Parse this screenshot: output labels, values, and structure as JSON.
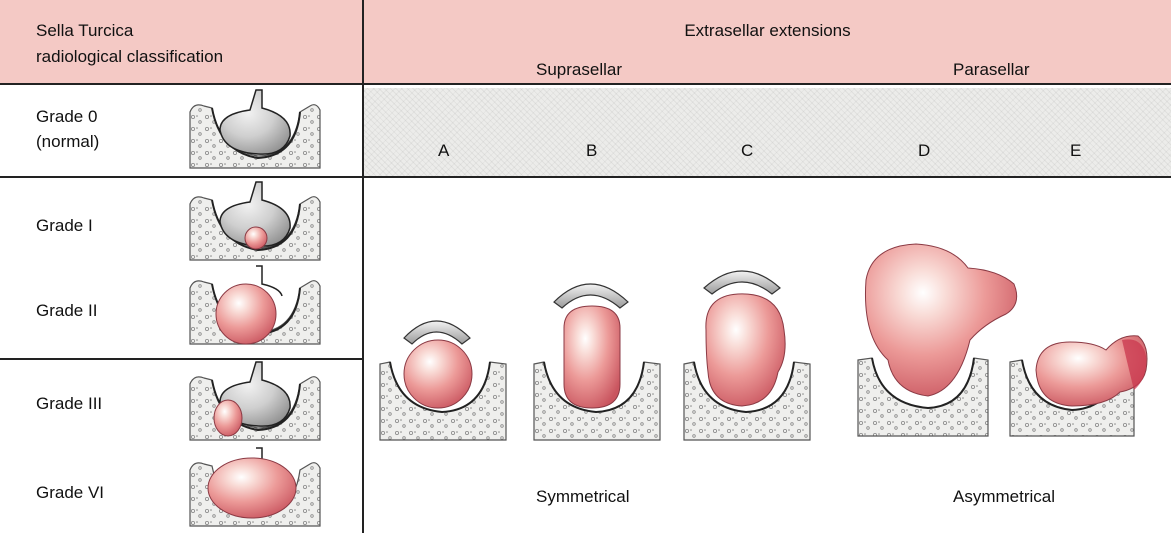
{
  "header": {
    "left_title_line1": "Sella Turcica",
    "left_title_line2": "radiological classification",
    "right_title": "Extrasellar extensions",
    "suprasellar": "Suprasellar",
    "parasellar": "Parasellar"
  },
  "grades": [
    {
      "line1": "Grade 0",
      "line2": "(normal)"
    },
    {
      "line1": "Grade I"
    },
    {
      "line1": "Grade II"
    },
    {
      "line1": "Grade III"
    },
    {
      "line1": "Grade VI"
    }
  ],
  "extensions": [
    {
      "letter": "A"
    },
    {
      "letter": "B"
    },
    {
      "letter": "C"
    },
    {
      "letter": "D"
    },
    {
      "letter": "E"
    }
  ],
  "footer": {
    "symmetrical": "Symmetrical",
    "asymmetrical": "Asymmetrical"
  },
  "colors": {
    "header_fill": "#f4c9c5",
    "tumor": "#e98a8a",
    "tumor_dark": "#c55a64",
    "gland_gray": "#bdbdbd"
  }
}
